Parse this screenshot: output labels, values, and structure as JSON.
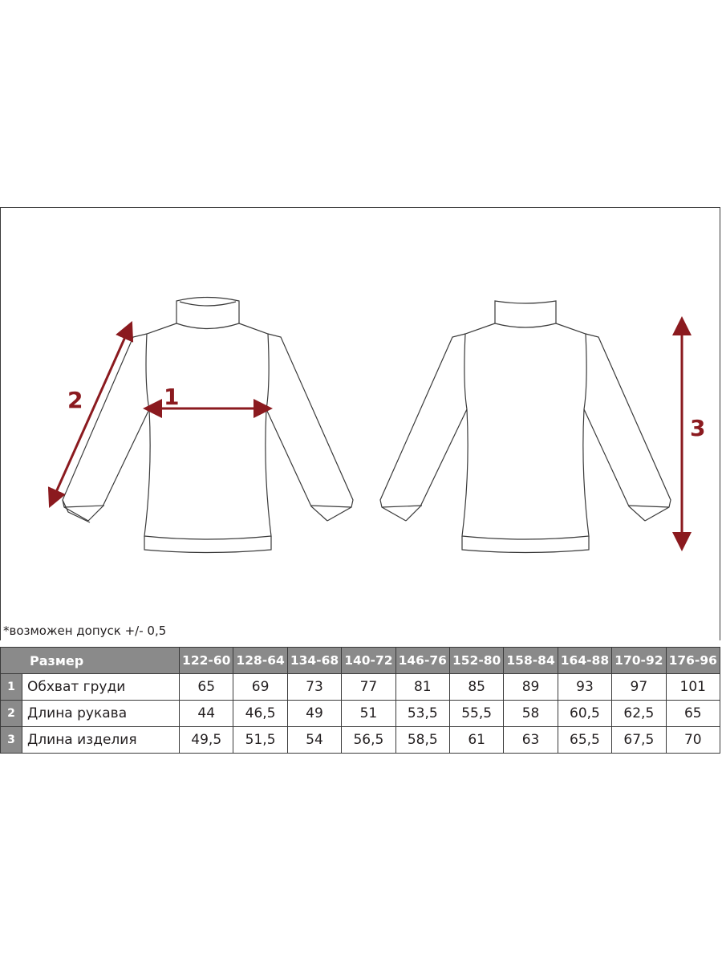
{
  "labels": {
    "chest": "1",
    "sleeve": "2",
    "length": "3"
  },
  "colors": {
    "accent": "#8b1a1f",
    "header_bg": "#8a8a8a",
    "outline": "#3a3a3a"
  },
  "note": "*возможен допуск +/- 0,5",
  "table": {
    "header_label": "Размер",
    "sizes": [
      "122-60",
      "128-64",
      "134-68",
      "140-72",
      "146-76",
      "152-80",
      "158-84",
      "164-88",
      "170-92",
      "176-96"
    ],
    "rows": [
      {
        "num": "1",
        "label": "Обхват груди",
        "values": [
          "65",
          "69",
          "73",
          "77",
          "81",
          "85",
          "89",
          "93",
          "97",
          "101"
        ]
      },
      {
        "num": "2",
        "label": "Длина рукава",
        "values": [
          "44",
          "46,5",
          "49",
          "51",
          "53,5",
          "55,5",
          "58",
          "60,5",
          "62,5",
          "65"
        ]
      },
      {
        "num": "3",
        "label": "Длина изделия",
        "values": [
          "49,5",
          "51,5",
          "54",
          "56,5",
          "58,5",
          "61",
          "63",
          "65,5",
          "67,5",
          "70"
        ]
      }
    ]
  }
}
